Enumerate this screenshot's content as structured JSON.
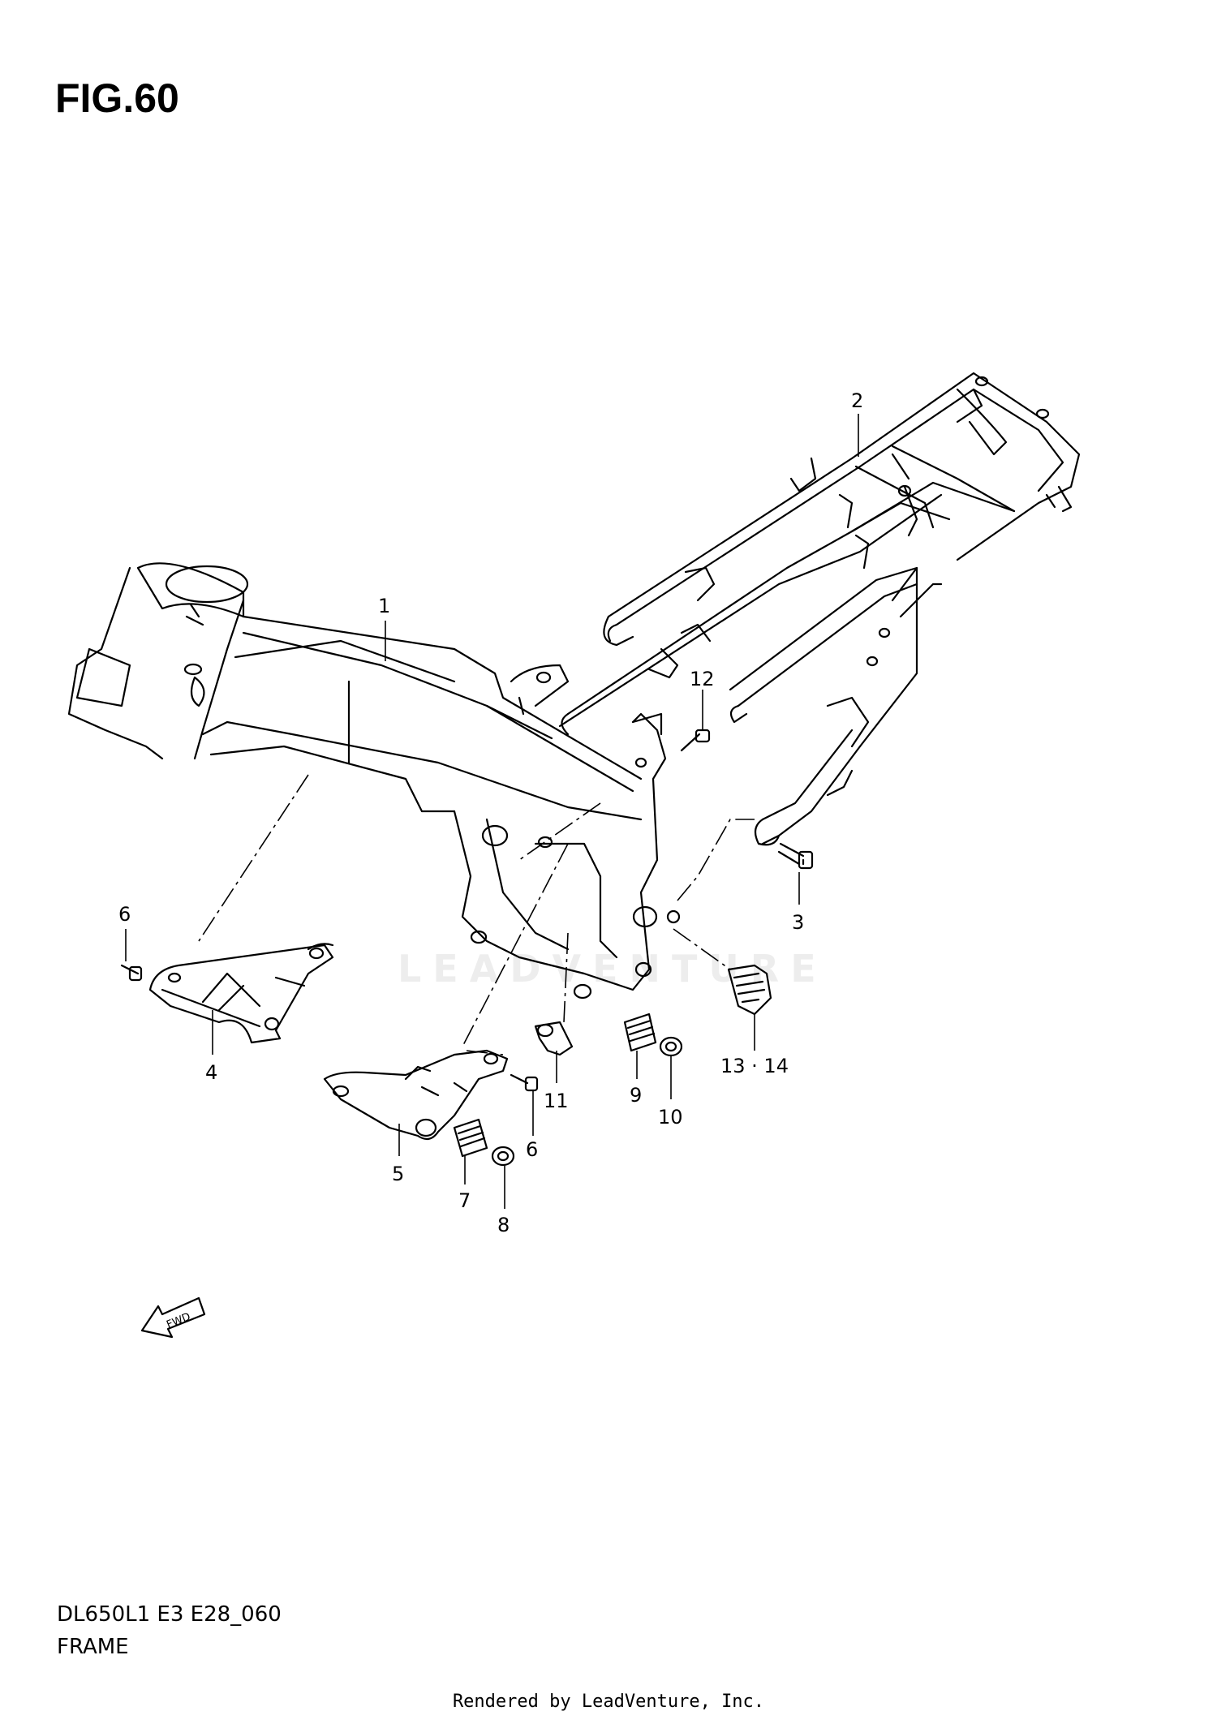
{
  "figure": {
    "title": "FIG.60"
  },
  "watermark": "LEADVENTURE",
  "fwd_label": "FWD",
  "callouts": [
    {
      "id": "1",
      "label": "1"
    },
    {
      "id": "2",
      "label": "2"
    },
    {
      "id": "3",
      "label": "3"
    },
    {
      "id": "4",
      "label": "4"
    },
    {
      "id": "5",
      "label": "5"
    },
    {
      "id": "6a",
      "label": "6"
    },
    {
      "id": "6b",
      "label": "6"
    },
    {
      "id": "7",
      "label": "7"
    },
    {
      "id": "8",
      "label": "8"
    },
    {
      "id": "9",
      "label": "9"
    },
    {
      "id": "10",
      "label": "10"
    },
    {
      "id": "11",
      "label": "11"
    },
    {
      "id": "12",
      "label": "12"
    },
    {
      "id": "13-14",
      "label": "13 · 14"
    }
  ],
  "footer": {
    "code": "DL650L1 E3 E28_060",
    "name": "FRAME",
    "credit": "Rendered by LeadVenture, Inc."
  }
}
